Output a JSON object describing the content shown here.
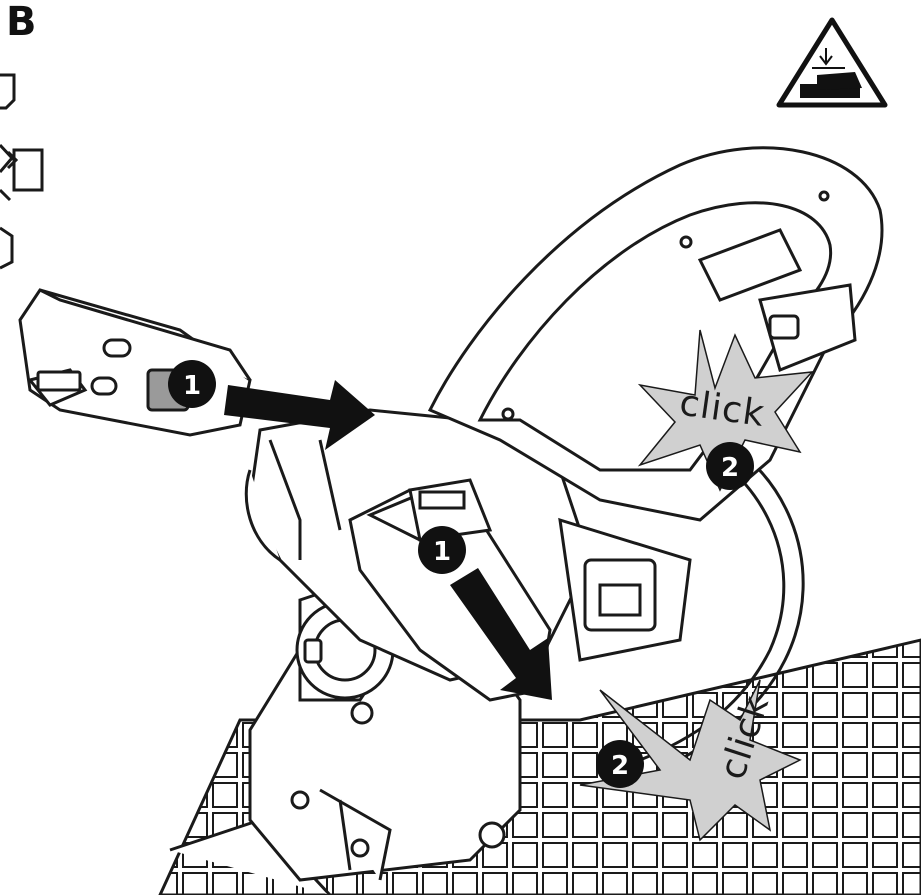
{
  "figure": {
    "letter": "B"
  },
  "warning_icon": "hand-crush-warning-icon",
  "steps": {
    "step1_label": "1",
    "step2_label": "2"
  },
  "click_bursts": {
    "upper": "click",
    "lower": "click"
  },
  "colors": {
    "line": "#1a1a1a",
    "burst_fill": "#d0d0d0",
    "arrow": "#111111",
    "badge": "#111111"
  }
}
